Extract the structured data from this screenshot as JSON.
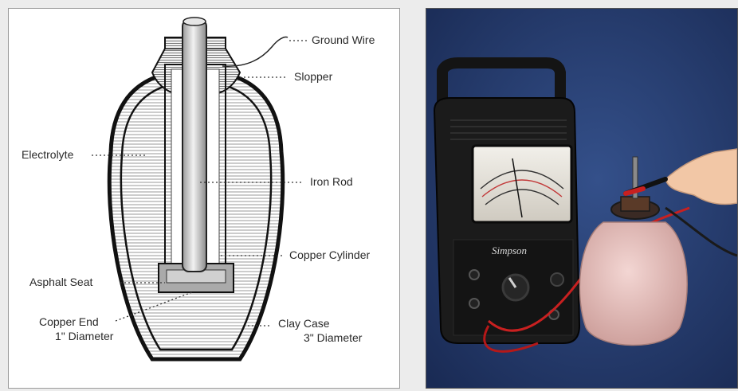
{
  "diagram": {
    "labels": {
      "ground_wire": "Ground Wire",
      "slopper": "Slopper",
      "electrolyte": "Electrolyte",
      "iron_rod": "Iron Rod",
      "copper_cylinder": "Copper Cylinder",
      "asphalt_seat": "Asphalt Seat",
      "copper_end_line1": "Copper End",
      "copper_end_line2": "1\" Diameter",
      "clay_case_line1": "Clay Case",
      "clay_case_line2": "3\" Diameter"
    }
  },
  "photo": {
    "meter_brand": "Simpson",
    "colors": {
      "background": "#24396b",
      "meter_body": "#1b1b1b",
      "clay_case": "#e8c2bf",
      "lead_red": "#c82020"
    }
  }
}
